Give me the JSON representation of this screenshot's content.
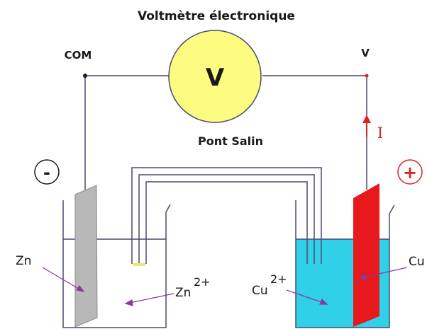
{
  "title": "Voltmètre électronique",
  "voltmeter": {
    "symbol": "V",
    "terminal_com": "COM",
    "terminal_v": "V"
  },
  "salt_bridge_label": "Pont Salin",
  "current_label": "I",
  "electrodes": {
    "anode": {
      "sign": "-",
      "metal": "Zn",
      "ion": "Zn",
      "charge": "2+"
    },
    "cathode": {
      "sign": "+",
      "metal": "Cu",
      "ion": "Cu",
      "charge": "2+"
    }
  },
  "colors": {
    "voltmeter_fill": "#fcfc80",
    "zinc_plate": "#b8b8b8",
    "copper_plate": "#e8191c",
    "copper_solution": "#30d0e8",
    "wire": "#4a4a72",
    "annotation_arrow": "#8a3a9a",
    "current_arrow": "#e02020"
  }
}
